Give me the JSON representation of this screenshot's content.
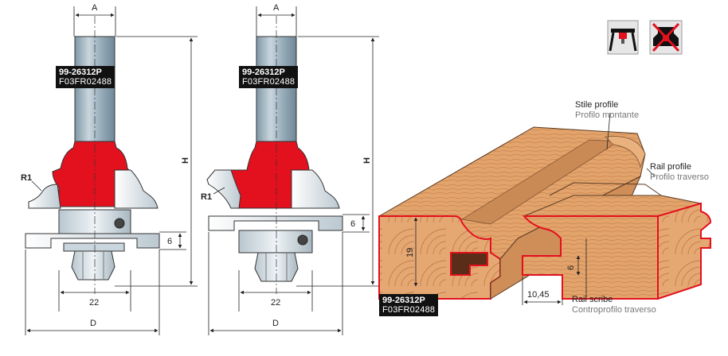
{
  "cutter1": {
    "code": "99-26312P",
    "ref": "F03FR02488",
    "dim_a": "A",
    "dim_h": "H",
    "dim_d": "D",
    "dim_r": "R1",
    "dim_bore": "22",
    "dim_depth": "6"
  },
  "cutter2": {
    "code": "99-26312P",
    "ref": "F03FR02488",
    "dim_a": "A",
    "dim_h": "H",
    "dim_d": "D",
    "dim_r": "R1",
    "dim_bore": "22",
    "dim_depth": "6"
  },
  "profile": {
    "stile_en": "Stile profile",
    "stile_it": "Profilo montante",
    "rail_en": "Rail profile",
    "rail_it": "Profilo traverso",
    "scribe_en": "Rail scribe",
    "scribe_it": "Controprofilo traverso",
    "dim_19": "19",
    "dim_6": "6",
    "dim_1045": "10,45",
    "code": "99-26312P",
    "ref": "F03FR02488"
  },
  "icons": [
    "router-table-icon",
    "no-handheld-router-icon"
  ],
  "colors": {
    "cutter_red": "#e3101e",
    "shank_blue": "#8fa6b4",
    "wood": "#e0a06a"
  }
}
